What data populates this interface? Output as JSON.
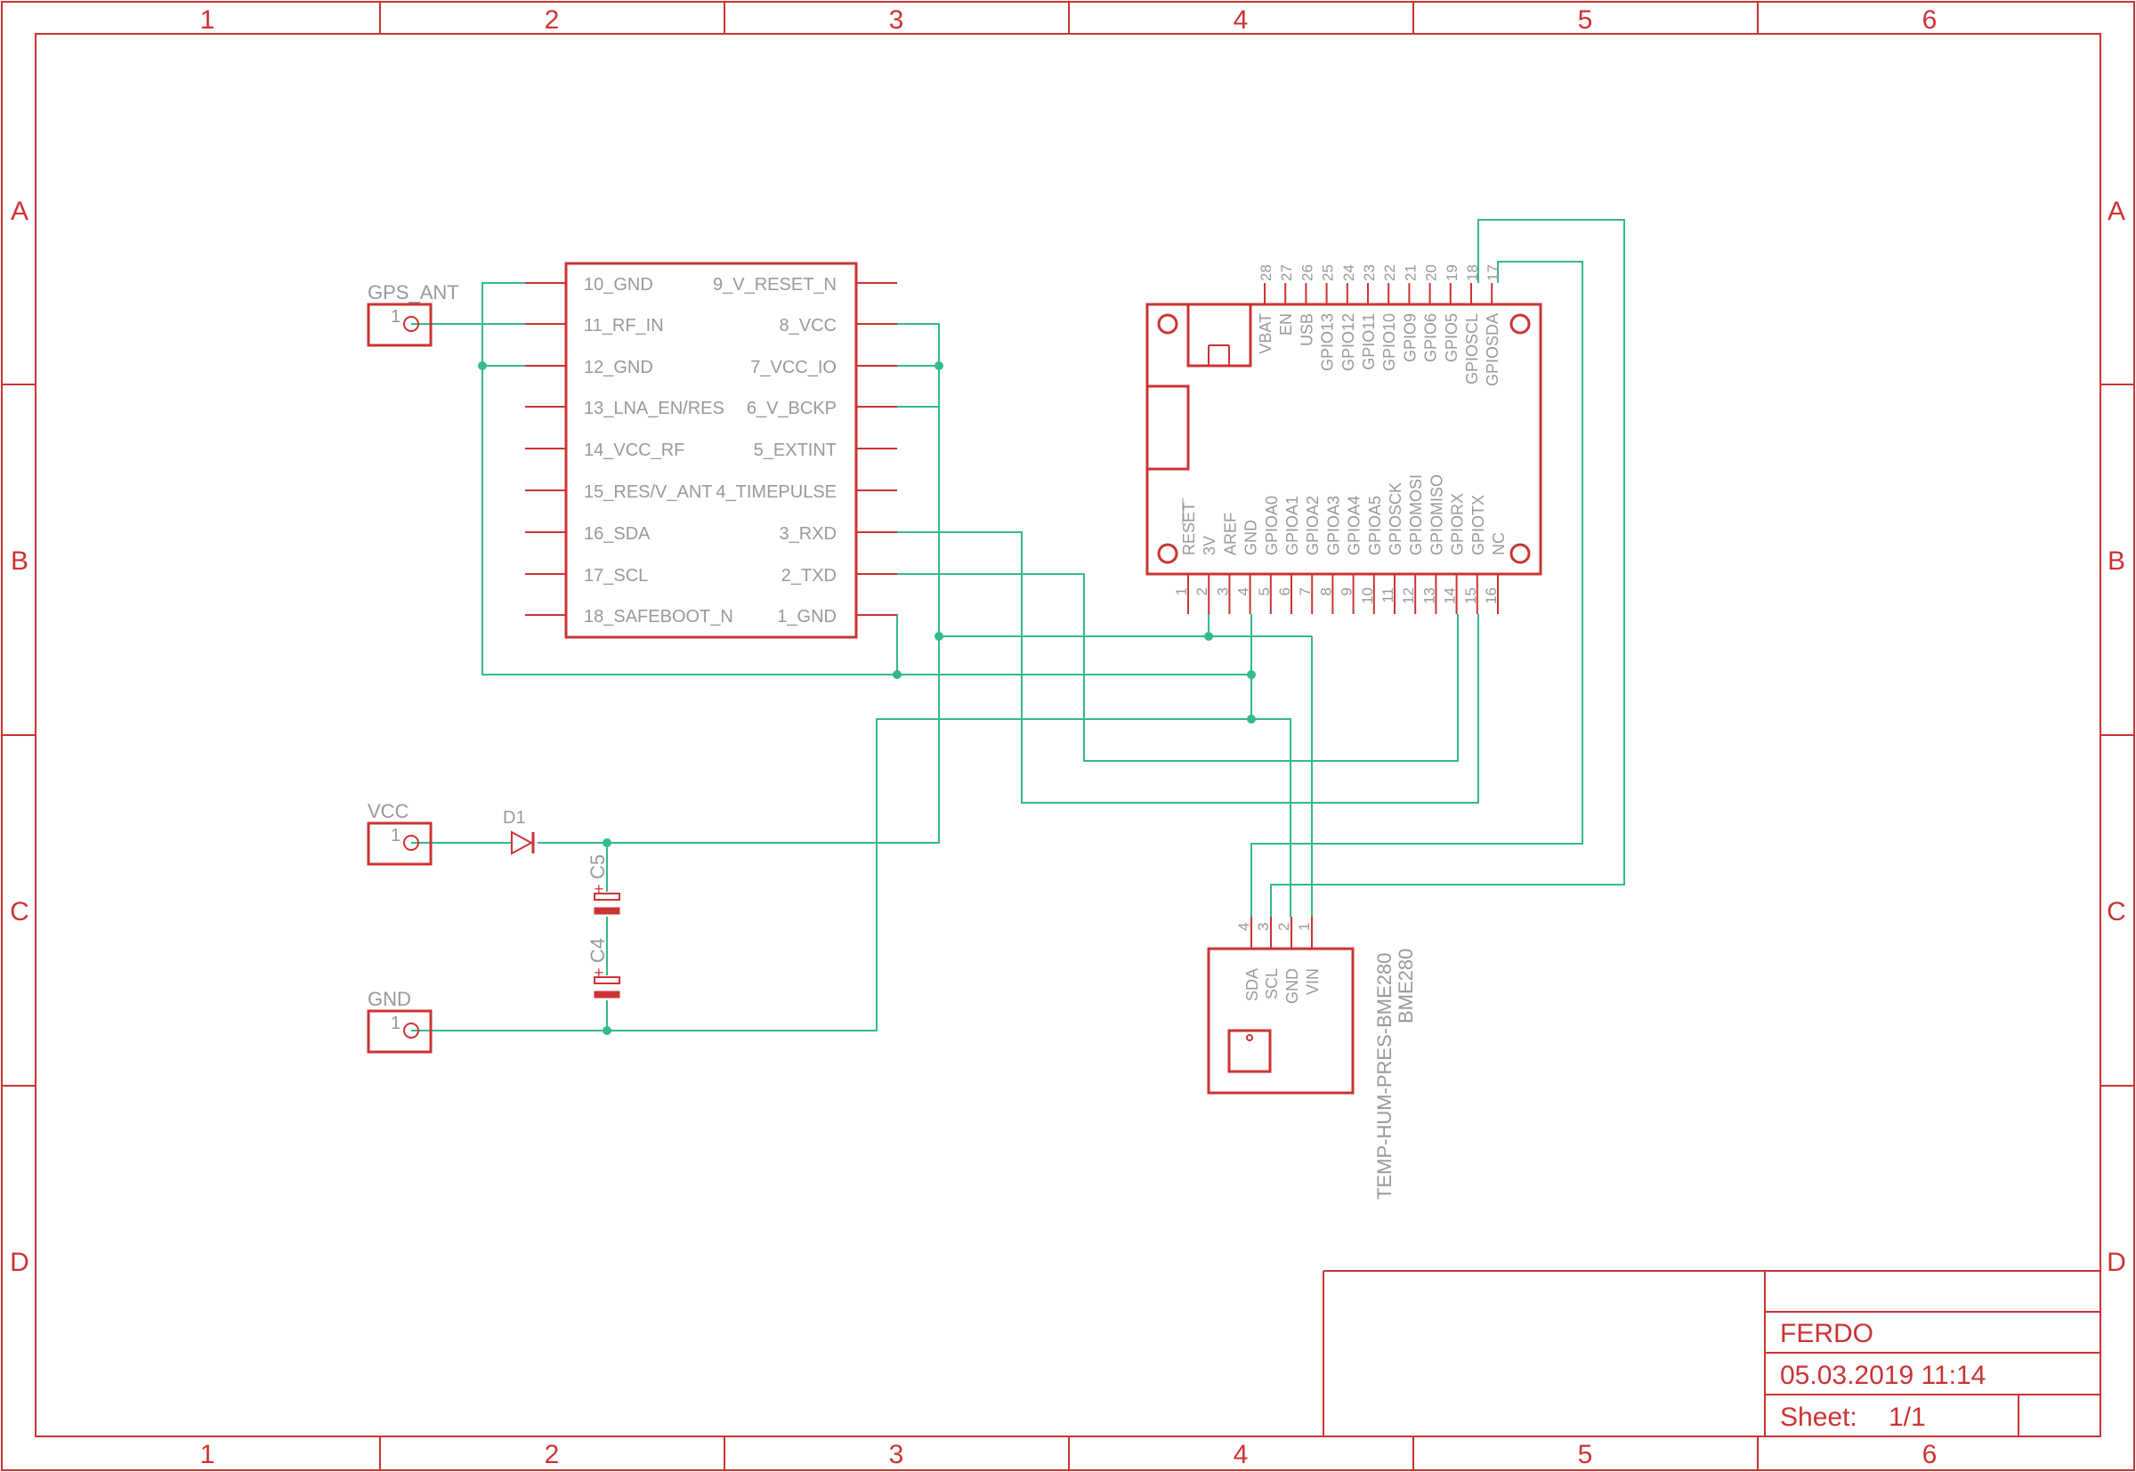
{
  "frame": {
    "columns": [
      "1",
      "2",
      "3",
      "4",
      "5",
      "6"
    ],
    "rows": [
      "A",
      "B",
      "C",
      "D"
    ]
  },
  "colors": {
    "part": "#cc3333",
    "net": "#33bb88",
    "text": "#999999"
  },
  "gps_module": {
    "left_pins": [
      "10_GND",
      "11_RF_IN",
      "12_GND",
      "13_LNA_EN/RES",
      "14_VCC_RF",
      "15_RES/V_ANT",
      "16_SDA",
      "17_SCL",
      "18_SAFEBOOT_N"
    ],
    "right_pins": [
      "9_V_RESET_N",
      "8_VCC",
      "7_VCC_IO",
      "6_V_BCKP",
      "5_EXTINT",
      "4_TIMEPULSE",
      "3_RXD",
      "2_TXD",
      "1_GND"
    ]
  },
  "connectors": {
    "gps_ant": {
      "label": "GPS_ANT",
      "pin": "1"
    },
    "vcc": {
      "label": "VCC",
      "pin": "1"
    },
    "gnd": {
      "label": "GND",
      "pin": "1"
    }
  },
  "components": {
    "diode": "D1",
    "cap_top": "C5",
    "cap_bottom": "C4",
    "polarity": "+"
  },
  "mcu": {
    "top_pin_numbers": [
      "28",
      "27",
      "26",
      "25",
      "24",
      "23",
      "22",
      "21",
      "20",
      "19",
      "18",
      "17"
    ],
    "top_pin_names": [
      "VBAT",
      "EN",
      "USB",
      "GPIO13",
      "GPIO12",
      "GPIO11",
      "GPIO10",
      "GPIO9",
      "GPIO6",
      "GPIO5",
      "GPIOSCL",
      "GPIOSDA"
    ],
    "bottom_pin_names": [
      "RESET",
      "3V",
      "AREF",
      "GND",
      "GPIOA0",
      "GPIOA1",
      "GPIOA2",
      "GPIOA3",
      "GPIOA4",
      "GPIOA5",
      "GPIOSCK",
      "GPIOMOSI",
      "GPIOMISO",
      "GPIORX",
      "GPIOTX",
      "NC"
    ],
    "bottom_pin_numbers": [
      "1",
      "2",
      "3",
      "4",
      "5",
      "6",
      "7",
      "8",
      "9",
      "10",
      "11",
      "12",
      "13",
      "14",
      "15",
      "16"
    ]
  },
  "bme280": {
    "pin_numbers": [
      "4",
      "3",
      "2",
      "1"
    ],
    "pin_names": [
      "SDA",
      "SCL",
      "GND",
      "VIN"
    ],
    "name": "TEMP-HUM-PRES-BME280",
    "value": "BME280"
  },
  "title_block": {
    "title": "FERDO",
    "datetime": "05.03.2019 11:14",
    "sheet_label": "Sheet:",
    "sheet_value": "1/1"
  }
}
